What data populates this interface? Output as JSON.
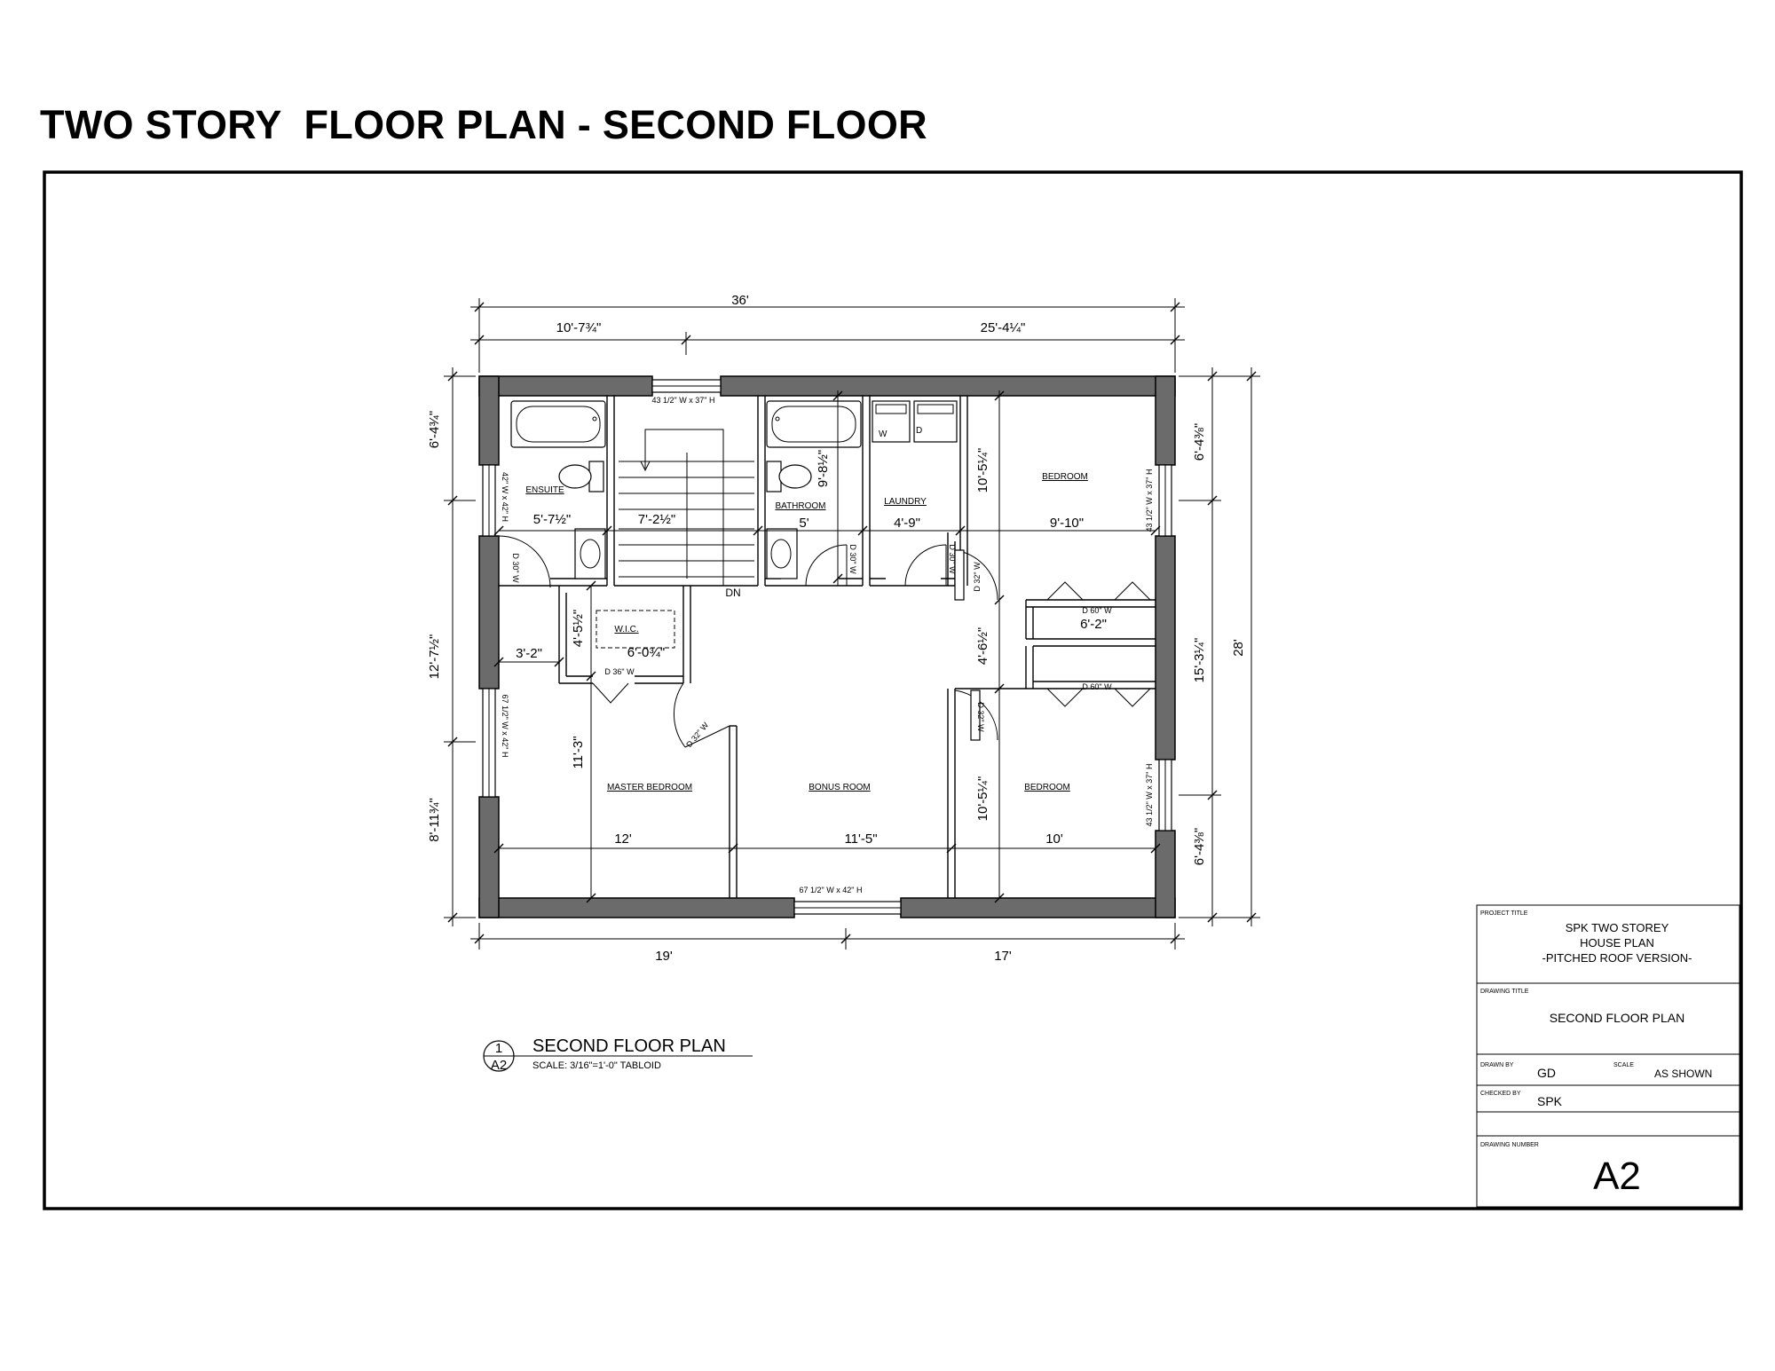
{
  "sheet_title": "TWO STORY  FLOOR PLAN - SECOND FLOOR",
  "dims": {
    "overall_top": "36'",
    "top_left": "10'-7¾\"",
    "top_right": "25'-4¼\"",
    "bottom_left": "19'",
    "bottom_right": "17'",
    "left_top": "6'-4¾\"",
    "left_mid": "12'-7½\"",
    "left_bottom": "8'-11¾\"",
    "right_top": "6'-4⅜\"",
    "right_mid": "15'-3¼\"",
    "right_bottom": "6'-4⅜\"",
    "overall_right": "28'",
    "ensuite_w": "5'-7½\"",
    "stair_w": "7'-2½\"",
    "bath_w": "5'",
    "laundry_w": "4'-9\"",
    "bed1_w": "9'-10\"",
    "bath_h": "9'-8½\"",
    "bed1_h": "10'-5¼\"",
    "wic_h": "4'-5½\"",
    "wic_w": "6'-0¾\"",
    "corridor_w": "3'-2\"",
    "closet_w": "6'-2\"",
    "closet_h": "4'-6½\"",
    "master_h": "11'-3\"",
    "bed2_h": "10'-5¼\"",
    "master_w": "12'",
    "bonus_w": "11'-5\"",
    "bed2_w": "10'"
  },
  "rooms": {
    "ensuite": "ENSUITE",
    "bathroom": "BATHROOM",
    "laundry": "LAUNDRY",
    "bedroom_1": "BEDROOM",
    "wic": "W.I.C.",
    "master": "MASTER BEDROOM",
    "bonus": "BONUS ROOM",
    "bedroom_2": "BEDROOM",
    "stair_dn": "DN",
    "washer": "W",
    "dryer": "D"
  },
  "windows": {
    "top": "43 1/2\" W x 37\" H",
    "left_upper": "42\" W x 42\" H",
    "left_lower": "67 1/2\" W x 42\" H",
    "right_upper": "43 1/2\" W x 37\" H",
    "right_lower": "43 1/2\" W x 37\" H",
    "bottom": "67 1/2\" W x 42\" H"
  },
  "doors": {
    "ensuite": "D 30\" W",
    "bathroom": "D 30\" W",
    "laundry": "D 30\" W",
    "bed1": "D 32\" W",
    "wic": "D 36\" W",
    "master": "D 32\" W",
    "bed2": "D 32\" W",
    "closet_upper": "D 60\" W",
    "closet_lower": "D 60\" W"
  },
  "drawing_label": {
    "number": "1",
    "sheet": "A2",
    "title": "SECOND FLOOR PLAN",
    "scale": "SCALE: 3/16\"=1'-0\" TABLOID"
  },
  "title_block": {
    "project_title_label": "PROJECT TITLE",
    "project_line1": "SPK TWO STOREY",
    "project_line2": "HOUSE PLAN",
    "project_line3": "-PITCHED ROOF VERSION-",
    "drawing_title_label": "DRAWING TITLE",
    "drawing_title": "SECOND FLOOR PLAN",
    "drawn_by_label": "DRAWN BY",
    "drawn_by": "GD",
    "scale_label": "SCALE",
    "scale": "AS SHOWN",
    "checked_by_label": "CHECKED BY",
    "checked_by": "SPK",
    "drawing_number_label": "DRAWING NUMBER",
    "drawing_number": "A2"
  }
}
